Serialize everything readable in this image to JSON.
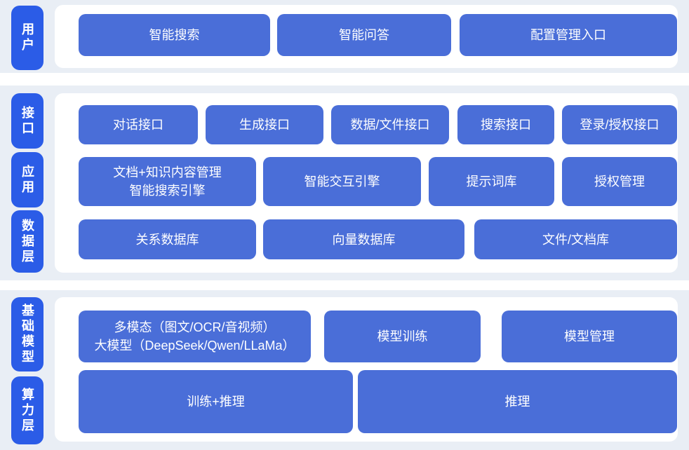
{
  "diagram_title": "",
  "colors": {
    "band_bg": "#e9eef5",
    "label_blue": "#2b5ce7",
    "block_blue": "#4a6ed8",
    "card_bg": "#ffffff",
    "text_on_blue": "#ffffff"
  },
  "bands": [
    {
      "side_labels": [
        "用户"
      ],
      "rows": [
        {
          "blocks": [
            {
              "label": "智能搜索"
            },
            {
              "label": "智能问答"
            },
            {
              "label": "配置管理入口"
            }
          ]
        }
      ]
    },
    {
      "side_labels": [
        "接口",
        "应用",
        "数据层"
      ],
      "rows": [
        {
          "blocks": [
            {
              "label": "对话接口"
            },
            {
              "label": "生成接口"
            },
            {
              "label": "数据/文件接口"
            },
            {
              "label": "搜索接口"
            },
            {
              "label": "登录/授权接口"
            }
          ]
        },
        {
          "blocks": [
            {
              "lines": [
                "文档+知识内容管理",
                "智能搜索引擎"
              ]
            },
            {
              "label": "智能交互引擎"
            },
            {
              "label": "提示词库"
            },
            {
              "label": "授权管理"
            }
          ]
        },
        {
          "blocks": [
            {
              "label": "关系数据库"
            },
            {
              "label": "向量数据库"
            },
            {
              "label": "文件/文档库"
            }
          ]
        }
      ]
    },
    {
      "side_labels": [
        "基础模型",
        "算力层"
      ],
      "rows": [
        {
          "blocks": [
            {
              "lines": [
                "多模态（图文/OCR/音视频）",
                "大模型（DeepSeek/Qwen/LLaMa）"
              ]
            },
            {
              "label": "模型训练"
            },
            {
              "label": "模型管理"
            }
          ]
        },
        {
          "blocks": [
            {
              "label": "训练+推理"
            },
            {
              "label": "推理"
            }
          ]
        }
      ]
    }
  ]
}
